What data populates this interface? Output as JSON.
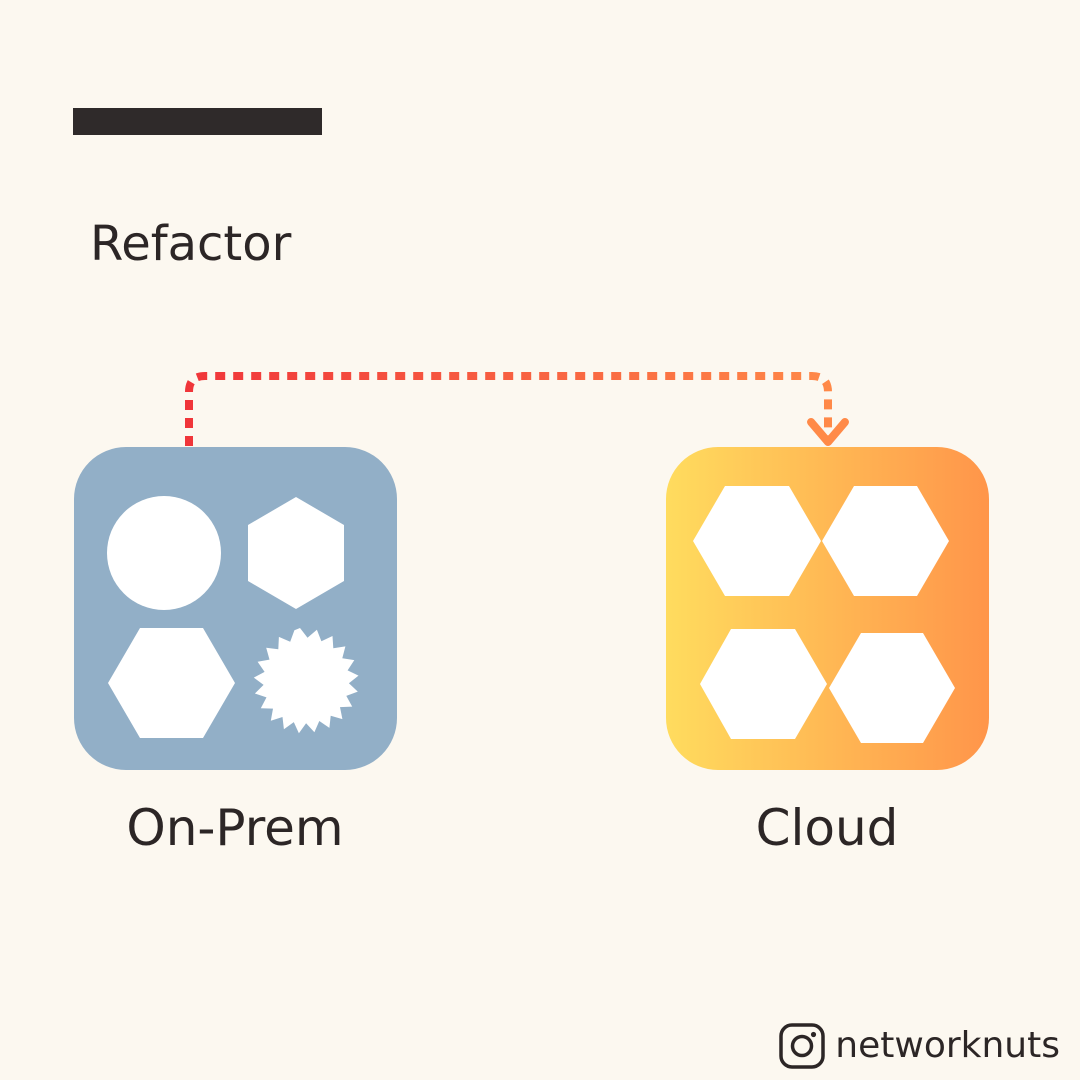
{
  "heading": "Refactor",
  "nodes": {
    "source_label": "On-Prem",
    "target_label": "Cloud"
  },
  "footer": {
    "icon": "instagram-icon",
    "handle": "networknuts"
  },
  "colors": {
    "background": "#fcf8f0",
    "onprem_box": "#92afc7",
    "cloud_gradient_start": "#ffdc5e",
    "cloud_gradient_end": "#ff954a",
    "arrow_start": "#f0353a",
    "arrow_end": "#ff8a48",
    "text": "#2c2626"
  }
}
